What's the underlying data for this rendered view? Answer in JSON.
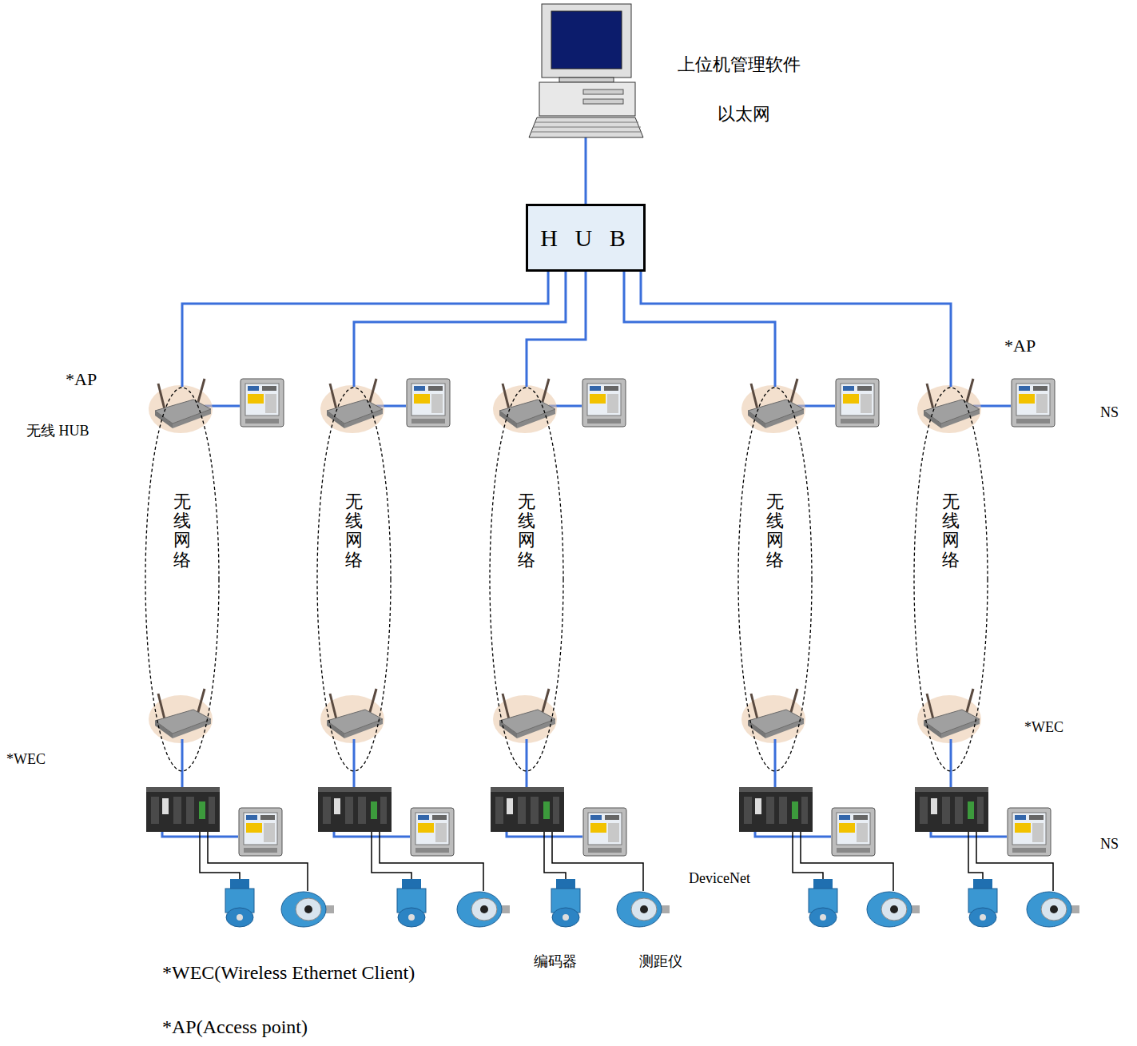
{
  "diagram": {
    "nodes": [
      {
        "text": [
          "H U B"
        ]
      },
      {
        "text": [
          "无线网络"
        ]
      },
      {
        "text": [
          "无线网络"
        ]
      },
      {
        "text": [
          "无线网络"
        ]
      },
      {
        "text": [
          "无线网络"
        ]
      },
      {
        "text": [
          "无线网络"
        ]
      }
    ],
    "edges": [
      {
        "from": 0,
        "to": 1,
        "arrow": "none"
      },
      {
        "from": 0,
        "to": 2,
        "arrow": "none"
      },
      {
        "from": 0,
        "to": 3,
        "arrow": "none"
      },
      {
        "from": 0,
        "to": 4,
        "arrow": "none"
      },
      {
        "from": 0,
        "to": 5,
        "arrow": "none"
      }
    ],
    "labels": [
      "上位机管理软件",
      "以太网",
      "*AP",
      "*AP",
      "无线 HUB",
      "NS",
      "*WEC",
      "*WEC",
      "NS",
      "DeviceNet",
      "编码器",
      "测距仪",
      "*WEC(Wireless Ethernet Client)",
      "*AP(Access point)"
    ]
  }
}
